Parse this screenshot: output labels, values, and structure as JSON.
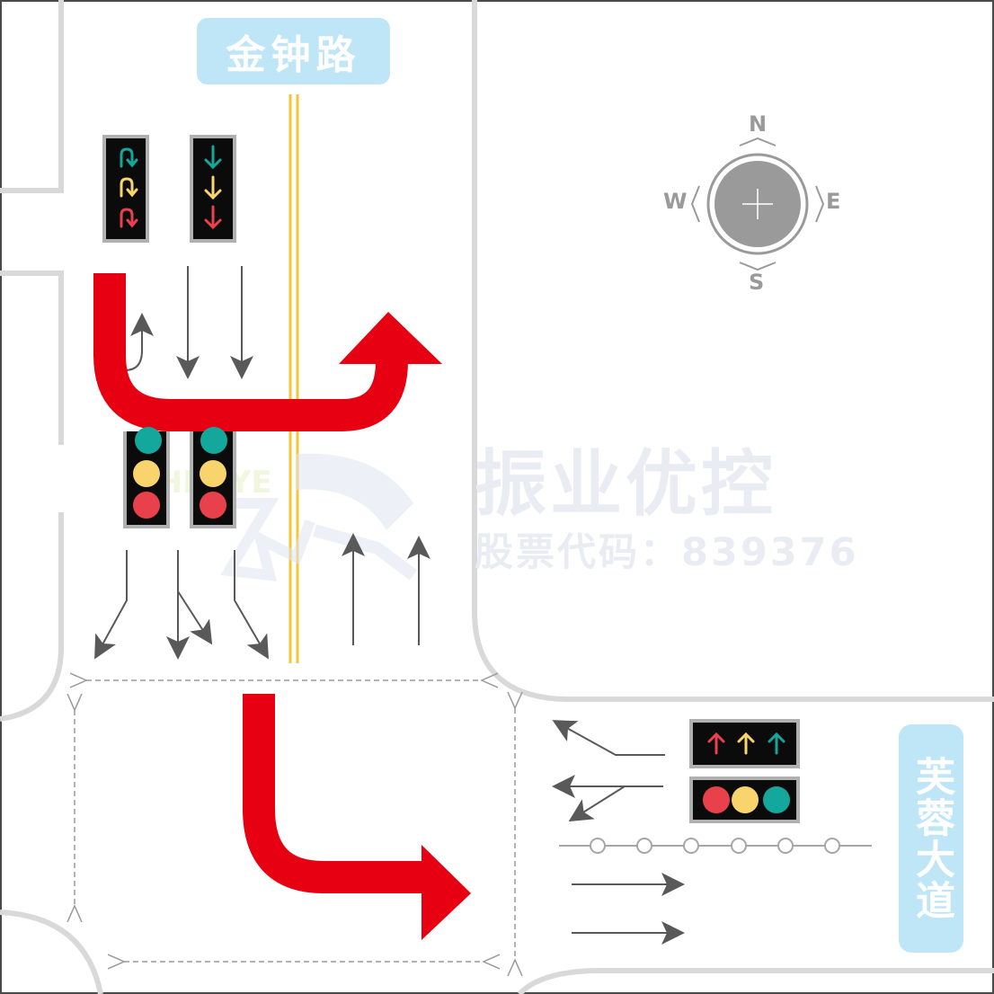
{
  "roads": {
    "north": "金钟路",
    "east": "芙蓉大道"
  },
  "compass": {
    "n": "N",
    "s": "S",
    "w": "W",
    "e": "E"
  },
  "watermark": {
    "title": "振业优控",
    "subtitle": "股票代码：839376",
    "logo_text": "ZHENYE"
  },
  "colors": {
    "road_edge": "#d9d9d9",
    "center_line": "#f3c63a",
    "turn_arrow": "#e60012",
    "lane_arrow": "#595959",
    "label_bg": "#bfe6f7",
    "light_red": "#e8414b",
    "light_yellow": "#f9d36b",
    "light_green": "#14a79b"
  },
  "signals": [
    {
      "name": "north-uturn-arrow-signal",
      "icons": [
        "u-turn-arrow-green",
        "u-turn-arrow-yellow",
        "u-turn-arrow-red"
      ]
    },
    {
      "name": "north-straight-arrow-signal",
      "icons": [
        "down-arrow-green",
        "down-arrow-yellow",
        "down-arrow-red"
      ]
    },
    {
      "name": "east-straight-arrow-signal",
      "icons": [
        "up-arrow-red",
        "up-arrow-yellow",
        "up-arrow-green"
      ]
    }
  ]
}
